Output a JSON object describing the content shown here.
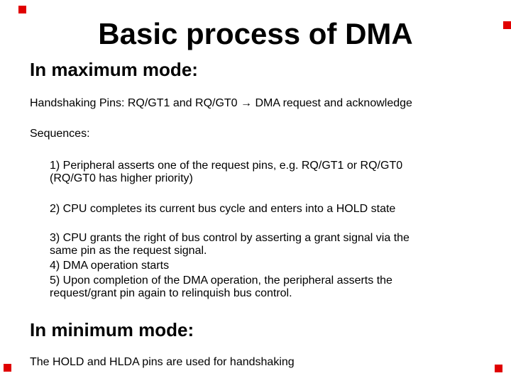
{
  "slide": {
    "title": "Basic process of DMA",
    "max_mode": {
      "heading": "In maximum mode:",
      "handshaking_line": "Handshaking Pins: RQ/GT1 and RQ/GT0 → DMA request and acknowledge",
      "sequences_label": "Sequences:",
      "steps": [
        {
          "text": "1) Peripheral asserts one of the request pins, e.g. RQ/GT1 or RQ/GT0\n(RQ/GT0 has higher priority)"
        },
        {
          "text": "2) CPU completes its current bus cycle and enters into a HOLD state"
        },
        {
          "text": "3) CPU grants the right of bus control by asserting a grant signal via the\nsame pin as the request signal."
        },
        {
          "text": "4) DMA operation starts"
        },
        {
          "text": "5) Upon completion of the DMA operation, the peripheral asserts the\nrequest/grant pin again to relinquish bus control."
        }
      ]
    },
    "min_mode": {
      "heading": "In minimum mode:",
      "body_line": "The HOLD and HLDA pins are used for handshaking"
    },
    "decorations": {
      "marker_color": "#e00000",
      "marker_style": "background:#e00000;"
    }
  }
}
